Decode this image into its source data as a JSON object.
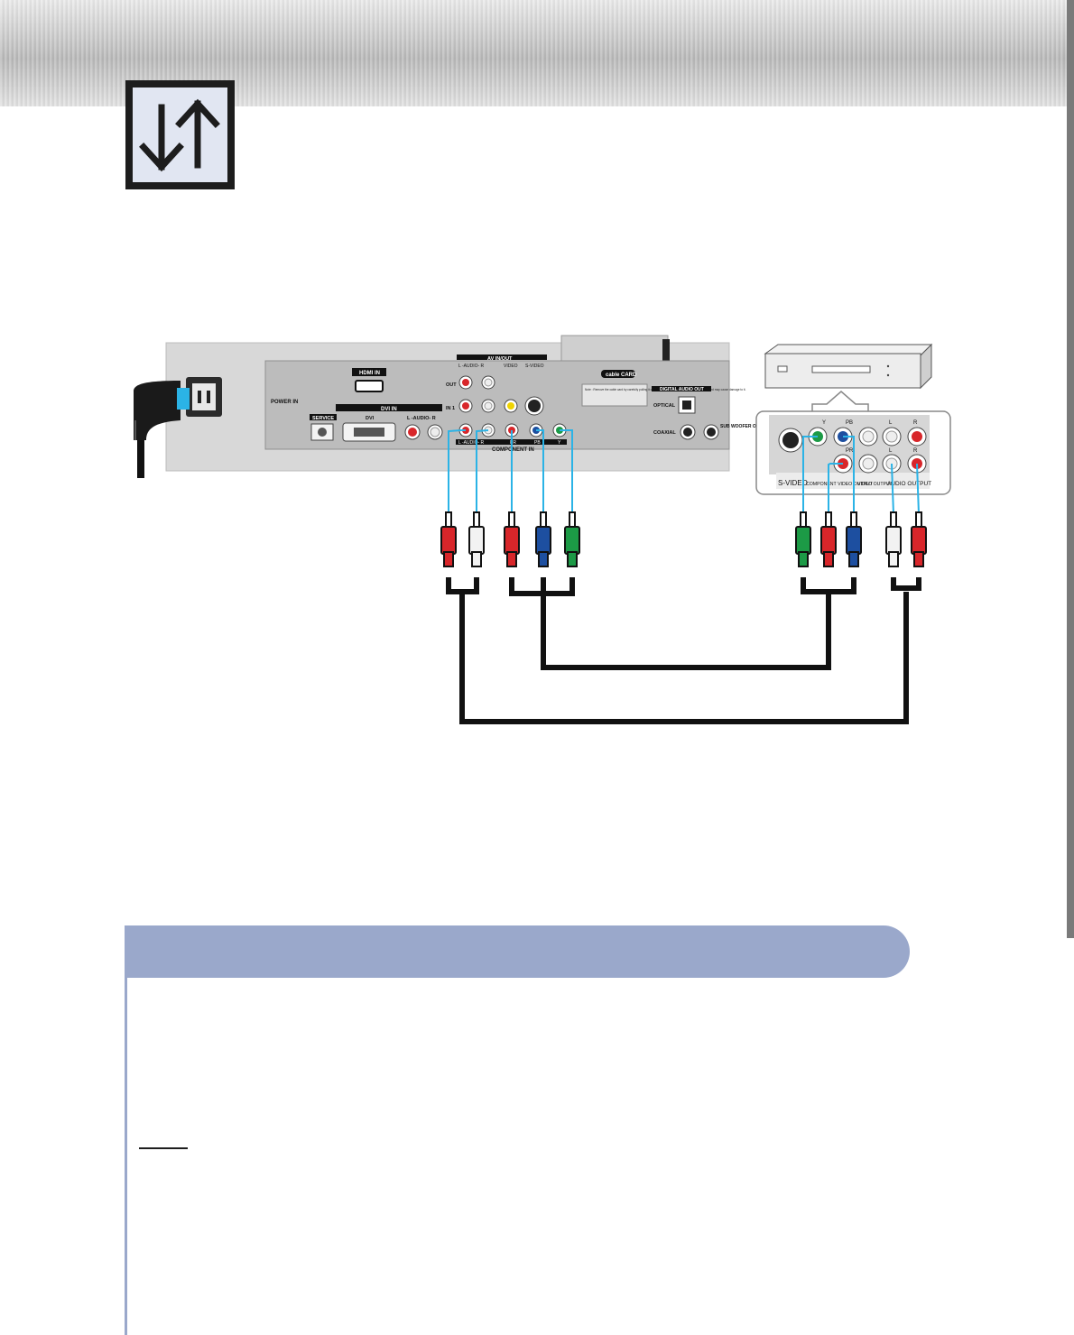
{
  "colors": {
    "accent": "#9aa8cb",
    "icon_bg": "#e1e6f2",
    "cable": "#111111",
    "cyan_line": "#2bb3e6",
    "red": "#d8262a",
    "white": "#f2f2f2",
    "green": "#1c9a46",
    "blue": "#1d4fa0",
    "yellow": "#f0d400"
  },
  "icon": "up-down-arrows-icon",
  "tv_panel": {
    "power_in": "POWER IN",
    "hdmi_in": "HDMI IN",
    "dvi_in": "DVI IN",
    "service": "SERVICE",
    "dvi": "DVI",
    "audio_lr": "L -AUDIO- R",
    "av_in_out": "AV IN/OUT",
    "av_audio": "L -AUDIO- R",
    "video": "VIDEO",
    "s_video": "S-VIDEO",
    "out": "OUT",
    "in1": "IN 1",
    "component_in": "COMPONENT IN",
    "comp_audio": "L -AUDIO- R",
    "comp_pr": "PR",
    "comp_pb": "PB",
    "comp_y": "Y",
    "cablecard": "cable CARD",
    "card_note": "Note : Remove the cable card by carefully pulling it out with your hands since dropping the cable card may cause damage to it.",
    "digital_audio_out": "DIGITAL AUDIO OUT",
    "optical": "OPTICAL",
    "coaxial": "COAXIAL",
    "sub_woofer": "SUB WOOFER OUT"
  },
  "device_panel": {
    "s_video": "S-VIDEO",
    "component_video_output": "COMPONENT VIDEO OUTPUT",
    "video_output": "VIDEO OUTPUT",
    "audio_output": "AUDIO OUTPUT",
    "y": "Y",
    "pb": "PB",
    "pr": "PR",
    "l": "L",
    "r": "R"
  }
}
